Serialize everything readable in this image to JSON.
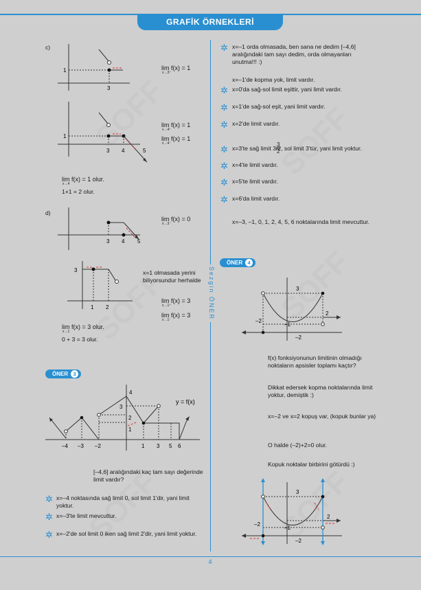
{
  "header": {
    "title": "GRAFİK ÖRNEKLERİ"
  },
  "author": "Sezgin ÖNER",
  "page_number": "4",
  "watermark": "SOFF",
  "left": {
    "c_label": "c)",
    "c_graph1": {
      "y1": "1",
      "x3": "3",
      "lim": "lim f(x) = 1",
      "sub": "x→3⁺"
    },
    "c_graph2": {
      "y1": "1",
      "x3": "3",
      "x4": "4",
      "x5": "5",
      "lim1": "lim f(x) = 1",
      "sub1": "x→4⁺",
      "lim2": "lim f(x) = 1",
      "sub2": "x→4⁻"
    },
    "c_result1": "lim f(x) = 1 olur.",
    "c_result1_sub": "x→4",
    "c_result2": "1+1 = 2 olur.",
    "d_label": "d)",
    "d_graph1": {
      "x3": "3",
      "x4": "4",
      "x5": "5",
      "lim": "lim f(x) = 0",
      "sub": "x→3⁻"
    },
    "d_graph2": {
      "y3": "3",
      "x1": "1",
      "x2": "2",
      "note": "x=1 olmasada yerini biliyorsundur herhalde",
      "lim1": "lim f(x) = 3",
      "sub1": "x→1⁺",
      "lim2": "lim f(x) = 3",
      "sub2": "x→1⁻"
    },
    "d_result1": "lim f(x) = 3 olur.",
    "d_result1_sub": "x→1",
    "d_result2": "0 + 3 = 3 olur.",
    "oner3": {
      "label": "ÖNER",
      "num": "3",
      "fn": "y = f(x)",
      "xticks": [
        "–4",
        "–3",
        "–2",
        "1",
        "3",
        "5",
        "6"
      ],
      "yticks": [
        "4",
        "3",
        "2",
        "1"
      ],
      "question": "[–4,6] aralığındaki kaç tam sayı değerinde limit vardır?"
    },
    "bullets": [
      "x=–4 noktasında sağ limit 0, sol limit 1'dir, yani limit yoktur.",
      "x=–3'te limit mevcuttur.",
      "x=–2'de sol limit 0 iken sağ limit 2'dir, yani limit yoktur."
    ]
  },
  "right": {
    "bullets_top": [
      "x=–1 orda olmasada, ben sana ne dedim [–4,6] aralığındaki tam sayı dedim, orda olmayanları unutma!!! :)",
      "x=–1'de kopma yok, limit vardır.",
      "x=0'da sağ-sol limit eşittir, yani limit vardır.",
      "x=1'de sağ-sol eşit, yani limit vardır.",
      "x=2'de limit vardır.",
      "x=3'te sağ limit 3/2, sol limit 3'tür, yani limit yoktur.",
      "x=4'te limit vardır.",
      "x=5'te limit vardır.",
      "x=6'da limit vardır."
    ],
    "frac_num": "3",
    "frac_den": "2",
    "conclusion": "x=–3, –1, 0, 1, 2, 4, 5, 6 noktalarında limit mevcuttur.",
    "oner4": {
      "label": "ÖNER",
      "num": "4",
      "y3": "3",
      "y2": "2",
      "ym2": "–2",
      "xm2": "–2",
      "xm1": "–1",
      "q1": "f(x) fonksiyonunun limitinin olmadığı noktaların apsisler toplamı kaçtır?",
      "p1": "Dikkat edersek kopma noktalarında limit yoktur, demiştik :)",
      "p2": "x=–2 ve x=2 kopuş var, (kopuk bunlar ya)",
      "p3": "O halde (–2)+2=0 olur.",
      "p4": "Kopuk noktalar birbirini götürdü :)",
      "g2_y3": "3",
      "g2_y2": "2",
      "g2_ym2": "–2",
      "g2_xm2": "–2",
      "g2_xm1": "–1"
    }
  }
}
